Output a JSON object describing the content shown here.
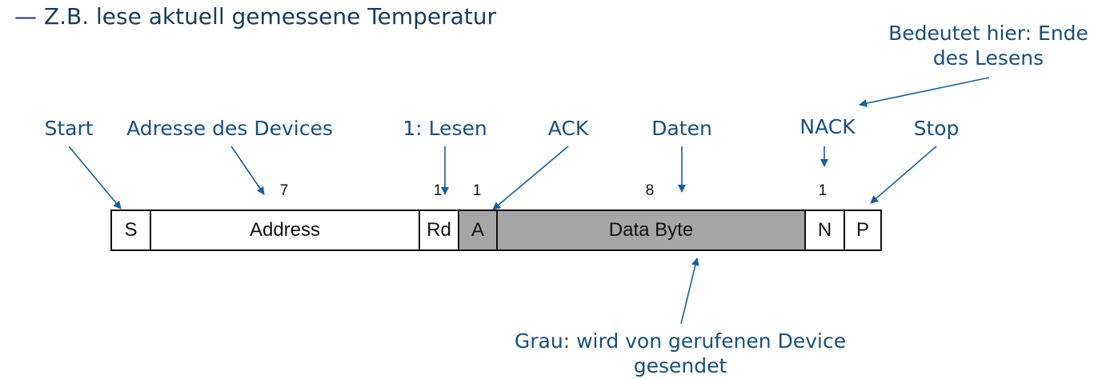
{
  "heading": "— Z.B. lese aktuell gemessene Temperatur",
  "labels": {
    "start": "Start",
    "address": "Adresse des Devices",
    "read": "1: Lesen",
    "ack": "ACK",
    "data": "Daten",
    "nack": "NACK",
    "stop": "Stop",
    "end_note_line1": "Bedeutet hier: Ende",
    "end_note_line2": "des Lesens",
    "gray_note_line1": "Grau: wird von gerufenen Device",
    "gray_note_line2": "gesendet"
  },
  "bit_counts": {
    "address": "7",
    "rd": "1",
    "ack": "1",
    "data": "8",
    "nack": "1"
  },
  "frame": [
    {
      "text": "S",
      "shade": "white"
    },
    {
      "text": "Address",
      "shade": "white"
    },
    {
      "text": "Rd",
      "shade": "white"
    },
    {
      "text": "A",
      "shade": "gray"
    },
    {
      "text": "Data Byte",
      "shade": "gray"
    },
    {
      "text": "N",
      "shade": "white"
    },
    {
      "text": "P",
      "shade": "white"
    }
  ],
  "colors": {
    "label": "#1a4f7a",
    "arrow": "#1a5e9a",
    "gray_field": "#a6a6a6"
  }
}
